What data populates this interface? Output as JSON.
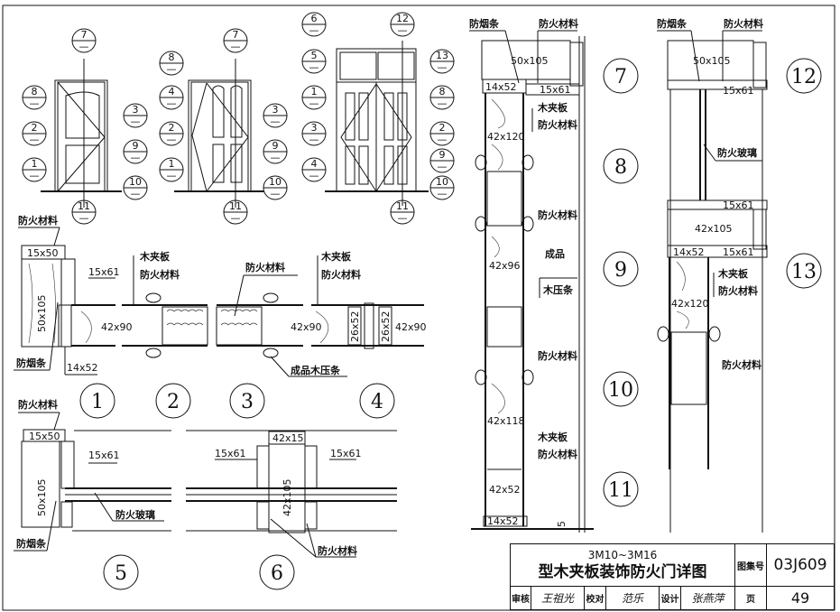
{
  "title_block": {
    "series": "3M10~3M16",
    "title": "型木夹板装饰防火门详图",
    "atlas_label": "图集号",
    "atlas_no": "03J609",
    "review_label": "审核",
    "review_sign": "王祖光",
    "check_label": "校对",
    "check_sign": "范乐",
    "design_label": "设计",
    "design_sign": "张燕萍",
    "page_label": "页",
    "page_no": "49"
  },
  "elevations": [
    {
      "name": "single-door-a",
      "callouts": [
        "7",
        "8",
        "3",
        "2",
        "9",
        "1",
        "10",
        "11"
      ]
    },
    {
      "name": "single-door-b",
      "callouts": [
        "7",
        "8",
        "4",
        "3",
        "2",
        "9",
        "1",
        "10",
        "11"
      ]
    },
    {
      "name": "double-door-transom",
      "callouts": [
        "6",
        "12",
        "5",
        "13",
        "1",
        "8",
        "3",
        "2",
        "9",
        "4",
        "10",
        "11"
      ]
    }
  ],
  "callout_sheet_mark": "—",
  "section_numbers": [
    "1",
    "2",
    "3",
    "4",
    "5",
    "6",
    "7",
    "8",
    "9",
    "10",
    "11",
    "12",
    "13"
  ],
  "labels": {
    "fire_material": "防火材料",
    "smoke_seal": "防烟条",
    "plywood": "木夹板",
    "wood_bead": "成品木压条",
    "wood_bead_l1": "成品",
    "wood_bead_l2": "木压条",
    "fire_glass": "防火玻璃"
  },
  "dimensions": {
    "d15x50": "15x50",
    "d15x61": "15x61",
    "d50x105": "50x105",
    "d14x52": "14x52",
    "d42x90": "42x90",
    "d26x52": "26x52",
    "d42x15": "42x15",
    "d42x105": "42x105",
    "d42x120": "42x120",
    "d42x96": "42x96",
    "d42x118": "42x118",
    "d42x52": "42x52",
    "gap5": "5"
  }
}
